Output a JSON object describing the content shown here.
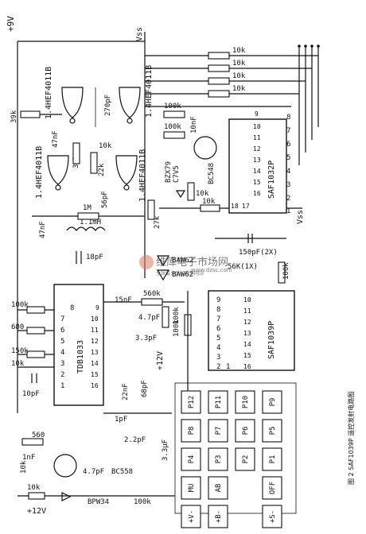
{
  "rails": {
    "p9v": "+9V",
    "vss_top": "Vss",
    "vss_right": "Vss",
    "p12v_mid": "+12V",
    "p12v_bottom": "+12V"
  },
  "ics": {
    "gate_a": "1.4HEF4011B",
    "gate_b": "1.4HEF4011B",
    "gate_c": "1.4HEF4011B",
    "gate_d": "1.4HEF4011B",
    "saf1032p": "SAF1032P",
    "saf1039p": "SAF1039P",
    "tdb1033": "TDB1033"
  },
  "transistors": {
    "bc548": "BC548",
    "bc558": "BC558",
    "zener": "BZX79",
    "zener_v": "C7V5",
    "ir_led": "BPW34",
    "diode1": "BAW62",
    "diode2": "BAW62"
  },
  "parts": {
    "r10k_1": "10k",
    "r10k_2": "10k",
    "r10k_3": "10k",
    "r10k_4": "10k",
    "r10k_5": "10k",
    "r10k_6": "10k",
    "r10k_7": "10k",
    "r10k_8": "10k",
    "r10k_9": "10k",
    "r39k_a": "39k",
    "r39k_b": "39k",
    "c47nf_a": "47nF",
    "c47nf_b": "47nF",
    "c270pf": "270pF",
    "r22k": "22k",
    "c56pf": "56pF",
    "r100k_1": "100k",
    "r100k_2": "100k",
    "r100k_3": "100k",
    "r100k_4": "100k",
    "r100k_5": "100k",
    "c10nf": "10nF",
    "r27k": "27k",
    "r1m": "1M",
    "l11mh": "1.1mH",
    "c18pf": "18pF",
    "c150pf": "150pF(2X)",
    "r56k": "56K(1X)",
    "r560k": "560k",
    "c15nf": "15nF",
    "c4_7pf": "4.7pF",
    "c3_3pf": "3.3pF",
    "c22nf": "22nF",
    "c68pf": "68pF",
    "c1pf": "1pF",
    "c2_2pf": "2.2pF",
    "c3_3uf": "3.3μF",
    "r100k_left": "100k",
    "r680": "680",
    "r150k": "150k",
    "r10k_left": "10k",
    "c10pf": "10pF",
    "r560": "560",
    "c1nf": "1nF",
    "r10k_b": "10k",
    "c4_7pf_b": "4.7pF",
    "r10k_c": "10k"
  },
  "pins": {
    "saf1032_top": [
      "8",
      "7",
      "6",
      "5",
      "4",
      "3",
      "2",
      "1"
    ],
    "saf1032_bot": [
      "9",
      "10",
      "11",
      "12",
      "13",
      "14",
      "15",
      "16",
      "17",
      "18"
    ],
    "saf1039_top": [
      "9",
      "8",
      "7",
      "6",
      "5",
      "4",
      "3",
      "2",
      "1"
    ],
    "saf1039_bot": [
      "10",
      "11",
      "12",
      "13",
      "14",
      "15",
      "16"
    ],
    "tdb_left": [
      "8",
      "7",
      "6",
      "5",
      "4",
      "3",
      "2",
      "1"
    ],
    "tdb_right": [
      "9",
      "10",
      "11",
      "12",
      "13",
      "14",
      "15",
      "16"
    ]
  },
  "keypad": {
    "rows": [
      [
        "P12",
        "P8",
        "P4",
        "MU",
        "+V-"
      ],
      [
        "P11",
        "P7",
        "P3",
        "AB",
        "+B-"
      ],
      [
        "P10",
        "P6",
        "P2",
        "",
        ""
      ],
      [
        "P9",
        "P5",
        "P1",
        "OFF",
        "+S-"
      ]
    ]
  },
  "caption": "图 2   SAF1039P 遥控发射电路图",
  "watermark": {
    "brand": "维库电子市场网",
    "url": "www.dzsc.com",
    "sub": "全球最大的IC采购网站"
  }
}
